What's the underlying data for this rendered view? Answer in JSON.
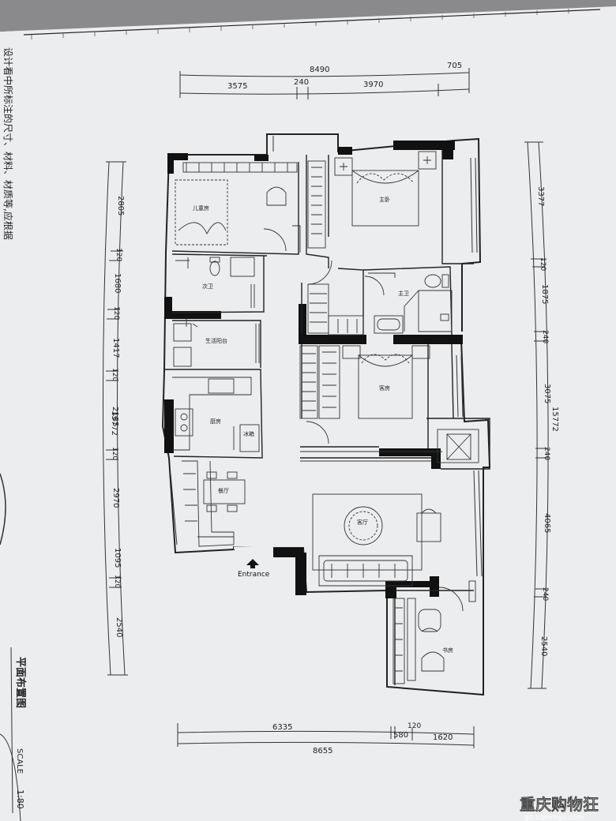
{
  "top_notice": "设计看中所标注的尺寸、材料、材质等,应根据",
  "rooms": {
    "bedroom_small": "儿童房",
    "bath_second": "次卫",
    "laundry": "生活阳台",
    "kitchen": "厨房",
    "dining": "餐厅",
    "master_bedroom": "主卧",
    "master_bath": "主卫",
    "guest_bedroom": "客房",
    "living_room": "客厅",
    "study": "书房",
    "fridge": "冰箱"
  },
  "entrance_label": "Entrance",
  "dims": {
    "top_total": "8490",
    "top_705": "705",
    "top_3575": "3575",
    "top_240": "240",
    "top_3970": "3970",
    "left_total": "15772",
    "left_2805": "2805",
    "left_120a": "120",
    "left_1680": "1680",
    "left_120b": "120",
    "left_1417": "1417",
    "left_120c": "120",
    "left_2185": "2185",
    "left_120d": "120",
    "left_2970": "2970",
    "left_1095": "1095",
    "left_120e": "120",
    "left_2540": "2540",
    "right_total": "15772",
    "right_3377": "3377",
    "right_120": "120",
    "right_1875": "1875",
    "right_240a": "240",
    "right_3075": "3075",
    "right_240b": "240",
    "right_4065": "4065",
    "right_240c": "240",
    "right_2540": "2540",
    "bottom_total": "8655",
    "bottom_6335": "6335",
    "bottom_120": "120",
    "bottom_580": "580",
    "bottom_1620": "1620"
  },
  "plan_title": "平面布置图",
  "scale_label": "SCALE",
  "scale_value": "1:80",
  "watermark_cn": "重庆购物狂",
  "watermark_url": "go.cqmmgo.com"
}
